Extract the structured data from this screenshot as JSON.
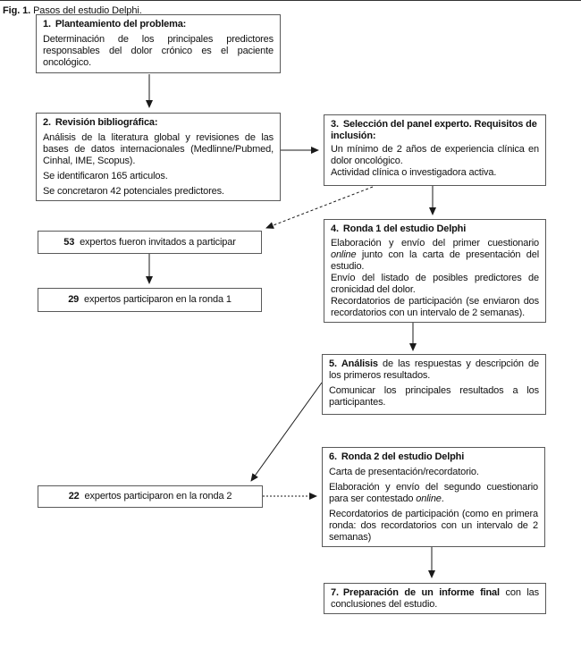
{
  "colors": {
    "background": "#ffffff",
    "box_border": "#595959",
    "arrow": "#1a1a1a",
    "text": "#111111"
  },
  "steps": {
    "s1": {
      "num": "1.",
      "title": "Planteamiento del problema:",
      "body": "Determinación de los principales predictores responsables del dolor crónico es el paciente oncológico."
    },
    "s2": {
      "num": "2.",
      "title": "Revisión bibliográfica:",
      "p1": "Análisis de la literatura global y revisiones de las bases de datos internacionales (Medlinne/Pubmed, Cinhal, IME, Scopus).",
      "p2": "Se identificaron 165 articulos.",
      "p3": "Se concretaron 42 potenciales predictores."
    },
    "s3": {
      "num": "3.",
      "title": "Selección del panel experto. Requisitos de inclusión:",
      "p1": "Un mínimo de 2 años de experiencia clínica en dolor oncológico.",
      "p2": "Actividad clínica o investigadora activa."
    },
    "s4": {
      "num": "4.",
      "title": "Ronda 1 del estudio Delphi",
      "p1a": "Elaboración y envío del primer cuestionario ",
      "p1_italic": "online",
      "p1b": " junto con la carta de presentación del estudio.",
      "p2": "Envío del listado de posibles predictores de cronicidad del dolor.",
      "p3": "Recordatorios de participación (se enviaron dos recordatorios con un intervalo de 2 semanas)."
    },
    "s5": {
      "num": "5.",
      "title_bold": "Análisis",
      "title_rest": " de las respuestas y descripción de los primeros resultados.",
      "p2": "Comunicar los principales resultados a los participantes."
    },
    "s6": {
      "num": "6.",
      "title": "Ronda 2 del estudio Delphi",
      "p1": "Carta de presentación/recordatorio.",
      "p2a": "Elaboración y envío del segundo cuestionario para ser contestado ",
      "p2_italic": "online",
      "p2b": ".",
      "p3": "Recordatorios de participación (como en primera ronda: dos recordatorios con un intervalo de 2 semanas)"
    },
    "s7": {
      "num": "7.",
      "title_bold": "Preparación de un informe final",
      "title_rest": " con las conclusiones del estudio."
    }
  },
  "milestones": {
    "invited": {
      "num": "53",
      "text": "expertos fueron invitados a participar"
    },
    "round1": {
      "num": "29",
      "text": "expertos participaron en la ronda 1"
    },
    "round2": {
      "num": "22",
      "text": "expertos participaron en la ronda 2"
    }
  },
  "caption": {
    "label": "Fig. 1.",
    "text": "Pasos del estudio Delphi."
  }
}
